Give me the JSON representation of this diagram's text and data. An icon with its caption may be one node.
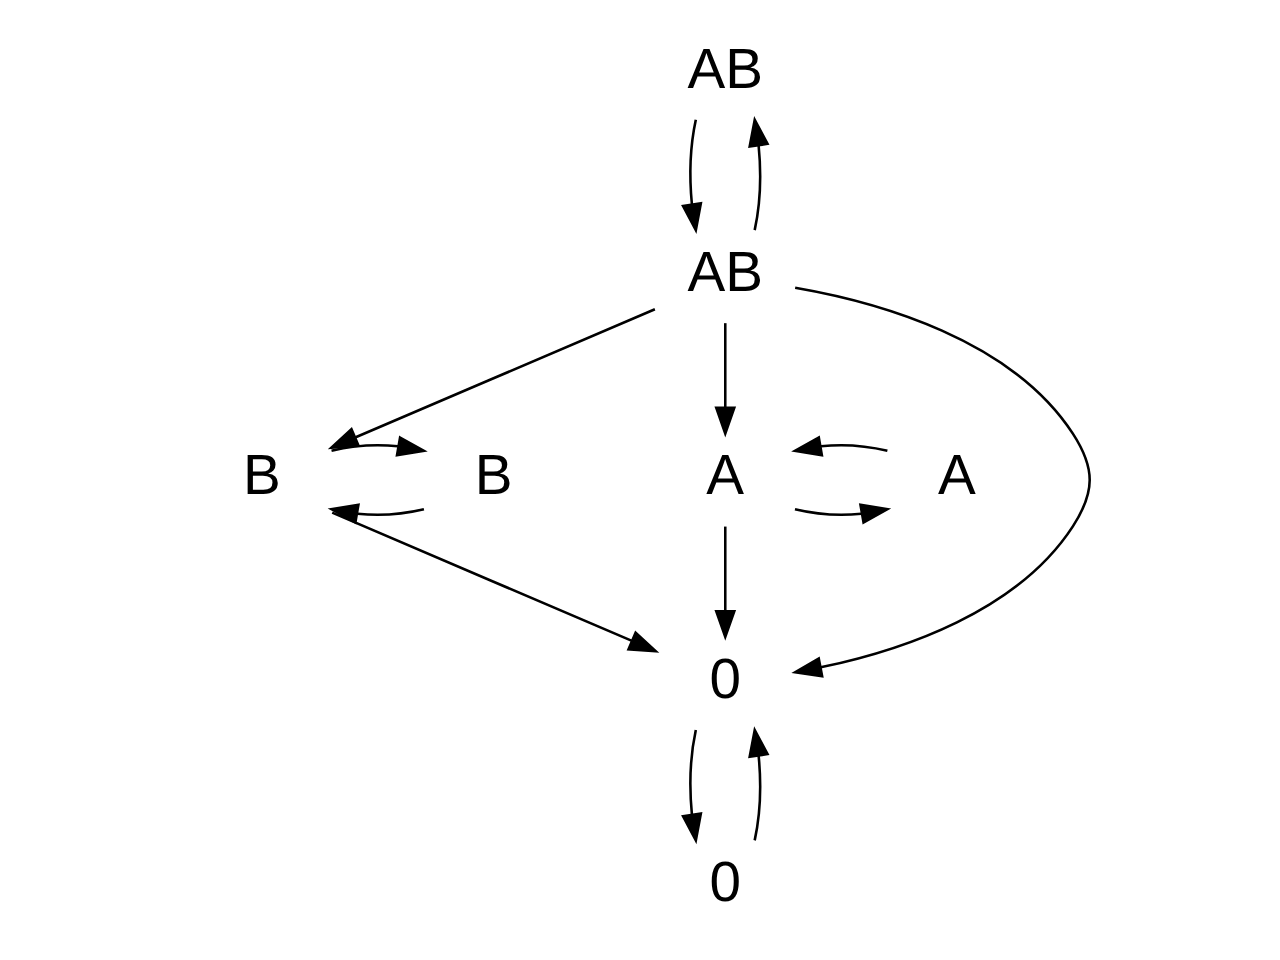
{
  "diagram": {
    "nodes": [
      {
        "text": [
          "AB"
        ]
      },
      {
        "text": [
          "AB"
        ]
      },
      {
        "text": [
          "B"
        ]
      },
      {
        "text": [
          "B"
        ]
      },
      {
        "text": [
          "A"
        ]
      },
      {
        "text": [
          "A"
        ]
      },
      {
        "text": [
          "0"
        ]
      },
      {
        "text": [
          "0"
        ]
      }
    ],
    "edges": [
      {
        "from": 0,
        "to": 1,
        "arrow": "to"
      },
      {
        "from": 1,
        "to": 0,
        "arrow": "to"
      },
      {
        "from": 1,
        "to": 3,
        "arrow": "to"
      },
      {
        "from": 1,
        "to": 6,
        "arrow": "to"
      },
      {
        "from": 1,
        "to": 4,
        "arrow": "to"
      },
      {
        "from": 2,
        "to": 3,
        "arrow": "to"
      },
      {
        "from": 3,
        "to": 2,
        "arrow": "to"
      },
      {
        "from": 4,
        "to": 5,
        "arrow": "to"
      },
      {
        "from": 5,
        "to": 4,
        "arrow": "to"
      },
      {
        "from": 3,
        "to": 6,
        "arrow": "to"
      },
      {
        "from": 4,
        "to": 6,
        "arrow": "to"
      },
      {
        "from": 7,
        "to": 6,
        "arrow": "to"
      },
      {
        "from": 6,
        "to": 7,
        "arrow": "to"
      }
    ]
  }
}
